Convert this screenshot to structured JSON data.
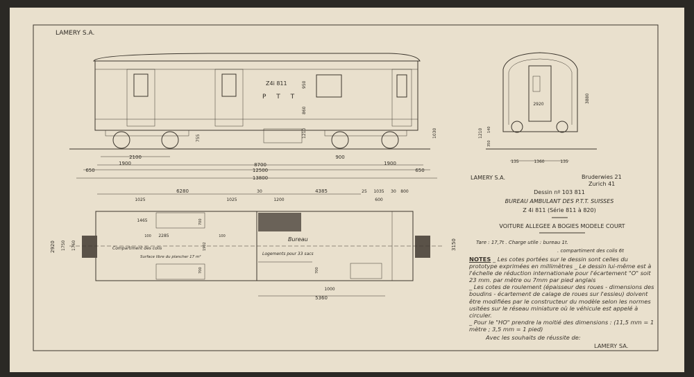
{
  "company_top": "LAMERY S.A.",
  "title_block": {
    "company": "LAMERY S.A.",
    "address_1": "Bruderwies 21",
    "address_2": "Zurich 41",
    "drawing_no": "Dessin nº 103 811",
    "title": "BUREAU AMBULANT DES P.T.T. SUISSES",
    "series": "Z 4i 811 (Série 811 à 820)",
    "subtitle": "VOITURE ALLEGEE A BOGIES MODELE COURT",
    "tare": "Tare : 17,7t . Charge utile : bureau  1t.",
    "load2": ". compartiment des colis  6t",
    "notes_label": "NOTES",
    "notes": [
      "_ Les cotes portées sur le dessin sont celles du prototype exprimées en millimètres _ Le dessin lui-même est à l'échelle de réduction internationale pour l'écartement \"O\" soit 23 mm. par mètre ou 7mm par pied anglais",
      "_ Les cotes de roulement (épaisseur des roues - dimensions des boudins - écartement de calage de roues sur l'essieu) doivent être modifiées par le constructeur du modèle selon les normes usitées sur le réseau miniature où le véhicule est appelé à circuler.",
      "_ Pour le \"HO\" prendre la moitié des dimensions : (11,5 mm = 1 mètre ; 3,5 mm = 1 pied)"
    ],
    "closing": "Avec les souhaits de réussite de:",
    "signature": "LAMERY SA."
  },
  "side_view": {
    "car_number": "Z4i 811",
    "ptt": "P T T",
    "dims": [
      "2100",
      "1900",
      "8700",
      "900",
      "1900",
      "650",
      "12500",
      "650",
      "13800",
      "755",
      "1210",
      "860",
      "950",
      "1030"
    ]
  },
  "end_view": {
    "dims": [
      "3880",
      "2920",
      "1210",
      "350",
      "140",
      "135",
      "1360",
      "135"
    ]
  },
  "plan_view": {
    "top_dims": [
      "6280",
      "30",
      "4385",
      "25",
      "1035",
      "30",
      "800",
      "1025",
      "1025",
      "1200",
      "600"
    ],
    "bottom_dims": [
      "5360",
      "1000",
      "700"
    ],
    "inner_dims": [
      "1465",
      "2285",
      "100",
      "100",
      "700",
      "700",
      "1902"
    ],
    "left_dims": [
      "2920",
      "1750",
      "1760"
    ],
    "right_dim": "3150",
    "labels": {
      "bureau": "Bureau",
      "compartment": "Compartiment des colis",
      "floor": "Surface libre du plancher 17 m²",
      "sacks": "Logements pour 33 sacs"
    }
  },
  "colors": {
    "paper": "#e9e0cd",
    "ink": "#2e2a24",
    "background": "#2b2925"
  }
}
